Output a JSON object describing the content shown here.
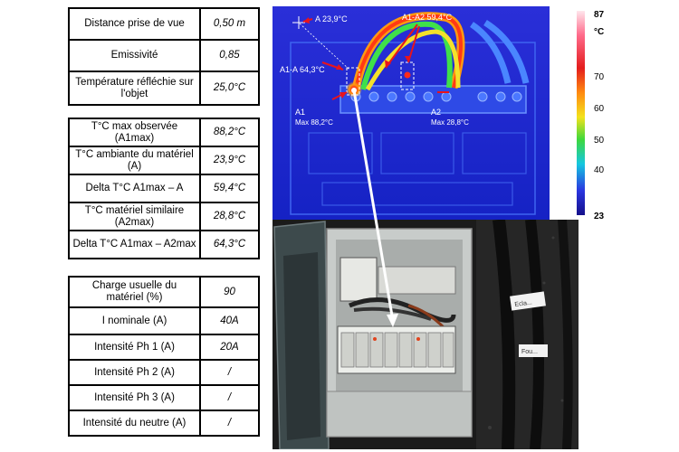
{
  "table1": [
    {
      "label": "Distance prise de vue",
      "value": "0,50 m"
    },
    {
      "label": "Emissivité",
      "value": "0,85"
    },
    {
      "label": "Température réfléchie sur l'objet",
      "value": "25,0°C"
    }
  ],
  "table2": [
    {
      "label": "T°C max observée (A1max)",
      "value": "88,2°C"
    },
    {
      "label": "T°C ambiante du matériel (A)",
      "value": "23,9°C"
    },
    {
      "label": "Delta T°C A1max – A",
      "value": "59,4°C"
    },
    {
      "label": "T°C matériel similaire (A2max)",
      "value": "28,8°C"
    },
    {
      "label": "Delta T°C A1max – A2max",
      "value": "64,3°C"
    }
  ],
  "table3": [
    {
      "label": "Charge usuelle du matériel (%)",
      "value": "90"
    },
    {
      "label": "I nominale (A)",
      "value": "40A"
    },
    {
      "label": "Intensité Ph 1 (A)",
      "value": "20A"
    },
    {
      "label": "Intensité Ph 2 (A)",
      "value": "/"
    },
    {
      "label": "Intensité Ph 3 (A)",
      "value": "/"
    },
    {
      "label": "Intensité du neutre (A)",
      "value": "/"
    }
  ],
  "thermal": {
    "label_a": "A 23,9°C",
    "label_a1_a2": "A1-A2 59,4°C",
    "label_a1_a": "A1-A 64,3°C",
    "label_a1": "A1",
    "label_a1_max": "Max 88,2°C",
    "label_a2": "A2",
    "label_a2_max": "Max 28,8°C"
  },
  "scale": {
    "max": "87",
    "unit": "°C",
    "ticks": [
      "70",
      "60",
      "50",
      "40"
    ],
    "min": "23"
  },
  "photo": {
    "cable_tag_1": "Ecla...",
    "cable_tag_2": "Fou..."
  },
  "colors": {
    "thermal_background": "#1f2ad0",
    "hotspot": "#ff2a1a",
    "arrow_red": "#e8141c",
    "connector_white": "#ffffff"
  }
}
